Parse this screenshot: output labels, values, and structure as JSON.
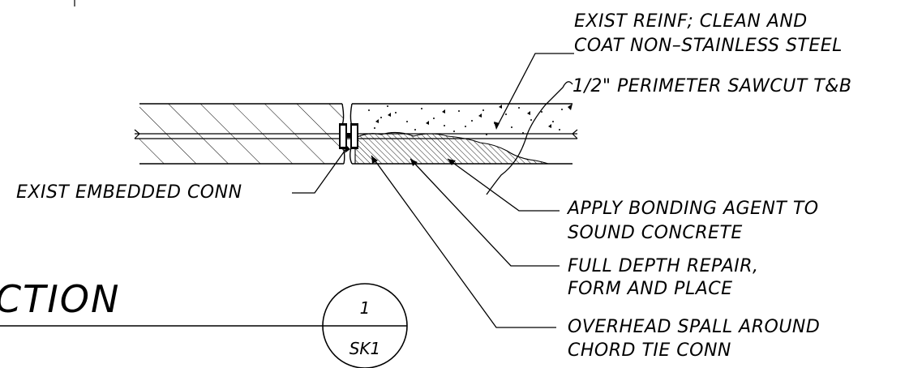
{
  "notes": {
    "exist_reinf_1": "EXIST REINF; CLEAN AND",
    "exist_reinf_2": "COAT NON–STAINLESS STEEL",
    "sawcut": "1/2\" PERIMETER SAWCUT T&B",
    "embedded_conn": "EXIST EMBEDDED CONN",
    "bonding_1": "APPLY BONDING AGENT TO",
    "bonding_2": "SOUND CONCRETE",
    "full_depth_1": "FULL DEPTH REPAIR,",
    "full_depth_2": "FORM AND PLACE",
    "spall_1": "OVERHEAD SPALL AROUND",
    "spall_2": "CHORD TIE CONN"
  },
  "section_title": "CTION",
  "detail_bubble": {
    "number": "1",
    "sheet": "SK1"
  }
}
